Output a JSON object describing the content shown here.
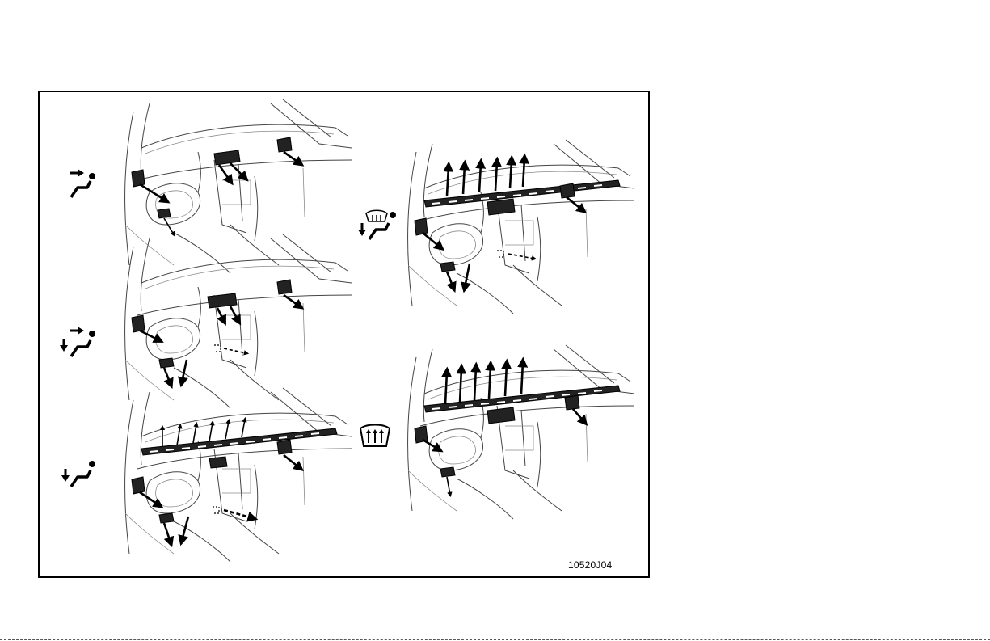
{
  "figure": {
    "code": "10520J04",
    "colors": {
      "line": "#000000",
      "sketch": "#444444",
      "background": "#ffffff"
    }
  },
  "modes": [
    {
      "id": "face",
      "icon": "face-mode-icon",
      "description_visible": false
    },
    {
      "id": "bi-level",
      "icon": "bi-level-mode-icon",
      "description_visible": false
    },
    {
      "id": "foot",
      "icon": "foot-mode-icon",
      "description_visible": false
    },
    {
      "id": "foot-defrost",
      "icon": "foot-defrost-mode-icon",
      "description_visible": false
    },
    {
      "id": "defrost",
      "icon": "defrost-mode-icon",
      "description_visible": false
    }
  ]
}
